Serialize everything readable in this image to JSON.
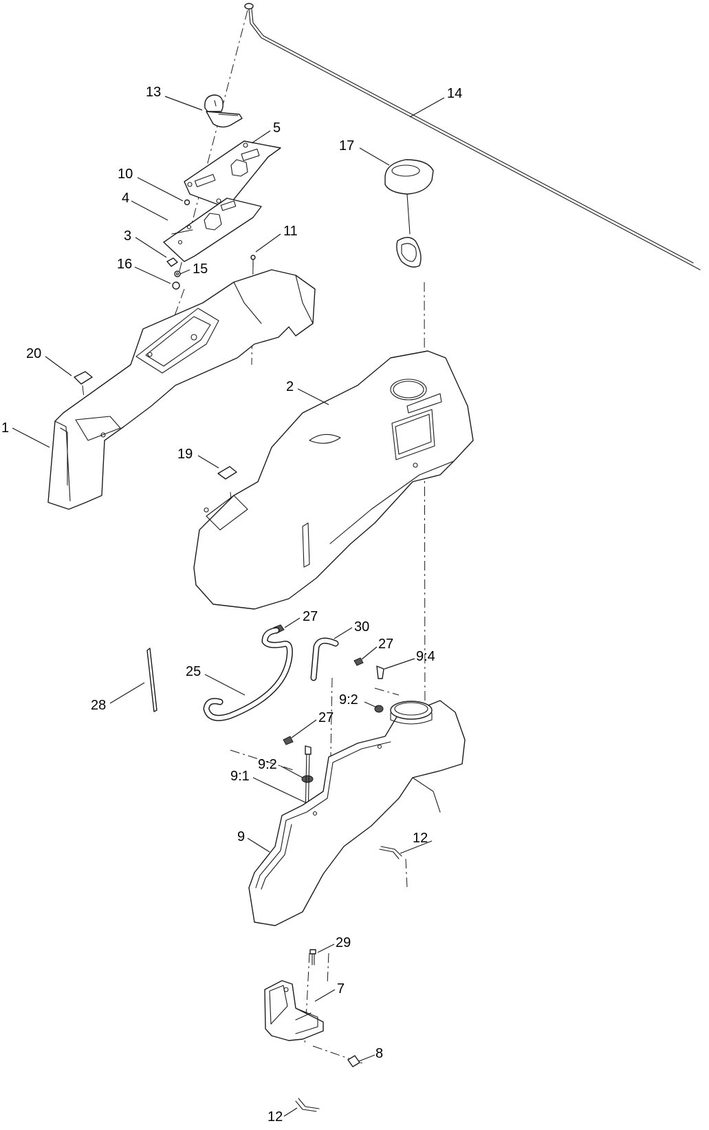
{
  "callouts": [
    {
      "id": "13",
      "text": "13"
    },
    {
      "id": "14",
      "text": "14"
    },
    {
      "id": "5",
      "text": "5"
    },
    {
      "id": "17",
      "text": "17"
    },
    {
      "id": "10",
      "text": "10"
    },
    {
      "id": "4",
      "text": "4"
    },
    {
      "id": "11",
      "text": "11"
    },
    {
      "id": "3",
      "text": "3"
    },
    {
      "id": "16",
      "text": "16"
    },
    {
      "id": "15",
      "text": "15"
    },
    {
      "id": "20",
      "text": "20"
    },
    {
      "id": "2",
      "text": "2"
    },
    {
      "id": "1",
      "text": "1"
    },
    {
      "id": "19",
      "text": "19"
    },
    {
      "id": "27a",
      "text": "27"
    },
    {
      "id": "30",
      "text": "30"
    },
    {
      "id": "27b",
      "text": "27"
    },
    {
      "id": "9-4",
      "text": "9:4"
    },
    {
      "id": "25",
      "text": "25"
    },
    {
      "id": "9-2a",
      "text": "9:2"
    },
    {
      "id": "28",
      "text": "28"
    },
    {
      "id": "27c",
      "text": "27"
    },
    {
      "id": "9-2b",
      "text": "9:2"
    },
    {
      "id": "9-1",
      "text": "9:1"
    },
    {
      "id": "9",
      "text": "9"
    },
    {
      "id": "12a",
      "text": "12"
    },
    {
      "id": "29",
      "text": "29"
    },
    {
      "id": "7",
      "text": "7"
    },
    {
      "id": "8",
      "text": "8"
    },
    {
      "id": "12b",
      "text": "12"
    }
  ]
}
